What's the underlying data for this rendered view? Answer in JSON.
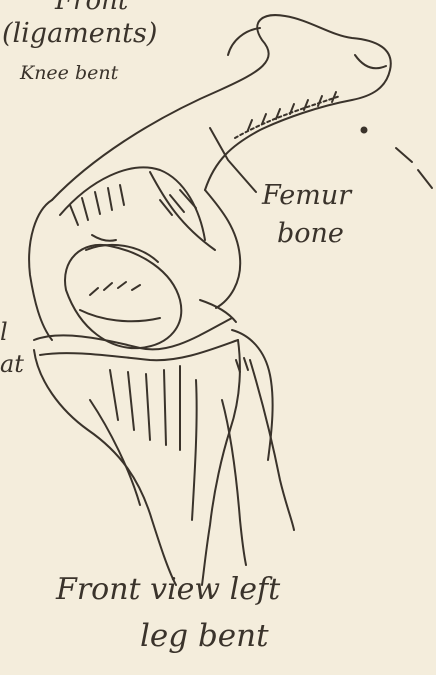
{
  "labels": {
    "header_line1": "Front",
    "header_line2": "(ligaments)",
    "header_line3": "Knee bent",
    "femur_line1": "Femur",
    "femur_line2": "bone",
    "left_fragment1": "l",
    "left_fragment2": "at",
    "caption_line1": "Front view left",
    "caption_line2": "leg bent"
  },
  "colors": {
    "paper": "#f4eddc",
    "ink": "#3a332b"
  }
}
